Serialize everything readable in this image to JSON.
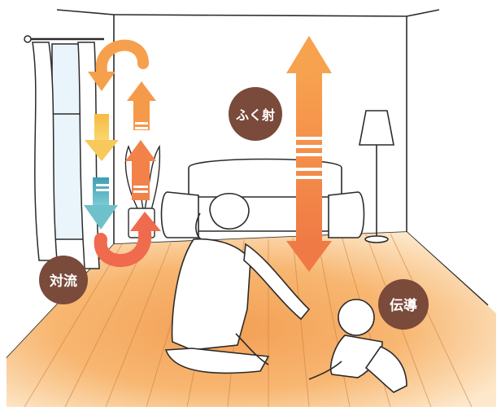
{
  "labels": {
    "convection": "対流",
    "radiation": "ふく射",
    "conduction": "伝導"
  },
  "colors": {
    "label_bubble": "#7a4a3a",
    "label_text": "#ffffff",
    "floor_warm": "#f7b36a",
    "floor_light": "#fde7c8",
    "line": "#2b2b2b",
    "arrow_orange_top": "#f59a4a",
    "arrow_red": "#f06a4d",
    "arrow_yellow": "#f6c64b",
    "arrow_teal": "#5ab6c3"
  }
}
